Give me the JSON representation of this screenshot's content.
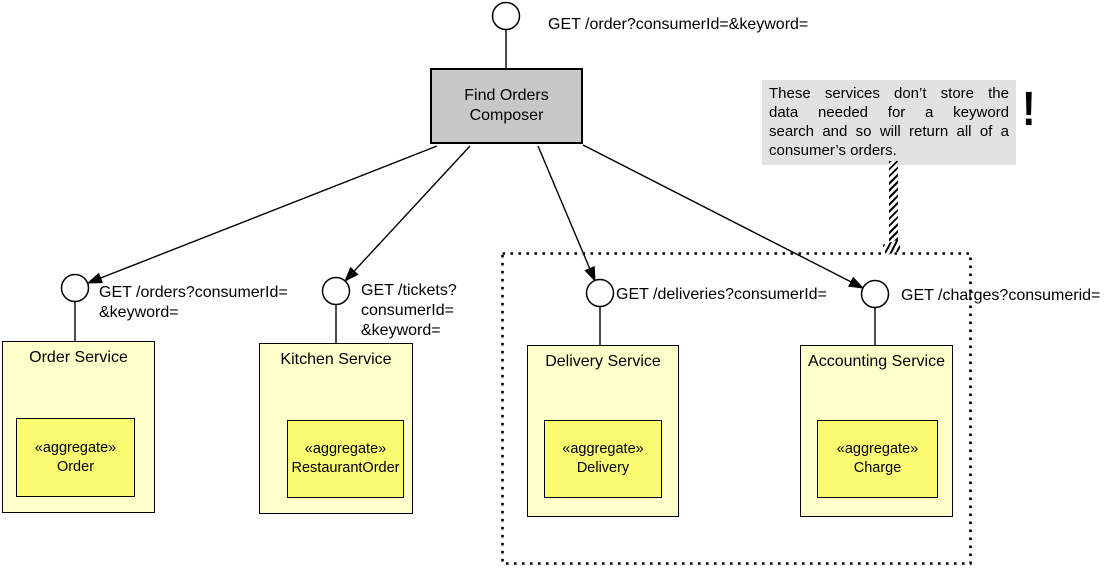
{
  "composer": {
    "label": "Find Orders Composer"
  },
  "root_endpoint": "GET /order?consumerId=&keyword=",
  "services": [
    {
      "name": "Order Service",
      "endpoint": [
        "GET /orders?consumerId=",
        "&keyword="
      ],
      "aggregate_stereotype": "«aggregate»",
      "aggregate_name": "Order"
    },
    {
      "name": "Kitchen Service",
      "endpoint": [
        "GET /tickets?",
        "consumerId=",
        "&keyword="
      ],
      "aggregate_stereotype": "«aggregate»",
      "aggregate_name": "RestaurantOrder"
    },
    {
      "name": "Delivery Service",
      "endpoint": [
        "GET /deliveries?consumerId="
      ],
      "aggregate_stereotype": "«aggregate»",
      "aggregate_name": "Delivery"
    },
    {
      "name": "Accounting Service",
      "endpoint": [
        "GET /charges?consumerid="
      ],
      "aggregate_stereotype": "«aggregate»",
      "aggregate_name": "Charge"
    }
  ],
  "note": {
    "lines": [
      "These services don’t store the",
      "data needed for a keyword",
      "search and so will return all of a",
      "consumer’s orders."
    ],
    "emphasis": "!"
  },
  "colors": {
    "composer_fill": "#c8c8c8",
    "service_fill": "#ffffcc",
    "aggregate_fill": "#fbfb72",
    "note_fill": "#e2e2e2",
    "line": "#000000"
  }
}
